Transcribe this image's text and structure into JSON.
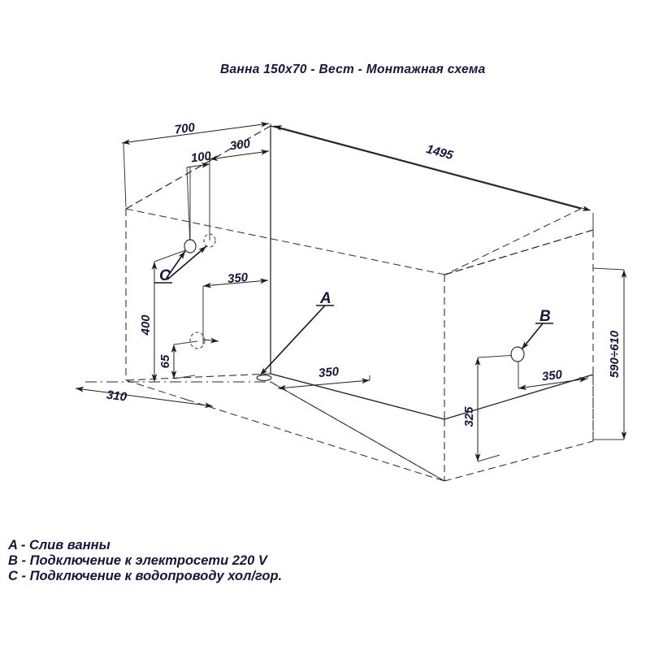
{
  "document": {
    "title": "Ванна 150x70 - Вест - Монтажная схема",
    "kind": "installation-drawing",
    "projection": "isometric",
    "units": "mm",
    "paper_color": "#ffffff",
    "line_color": "#1d1d1d",
    "text_color": "#16163a"
  },
  "dimensions": {
    "width_700": "700",
    "offset_300": "300",
    "offset_100": "100",
    "length_1495": "1495",
    "height_400": "400",
    "height_65": "65",
    "drain_offset_350": "350",
    "c_offset_350": "350",
    "b_offset_350": "350",
    "height_325": "325",
    "height_range": "590÷610",
    "depth_310": "310"
  },
  "markers": {
    "a": "A",
    "b": "B",
    "c": "C"
  },
  "legend": {
    "items": [
      {
        "key": "A",
        "text": "A - Слив ванны"
      },
      {
        "key": "B",
        "text": "B - Подключение к электросети 220 V"
      },
      {
        "key": "C",
        "text": "C - Подключение к водопроводу хол/гор."
      }
    ]
  },
  "fixtures": {
    "drain_label": "drain-outlet",
    "power_label": "power-connection",
    "water_cold_label": "water-connection-cold",
    "water_hot_label": "water-connection-hot",
    "overflow_label": "overflow-connection"
  }
}
